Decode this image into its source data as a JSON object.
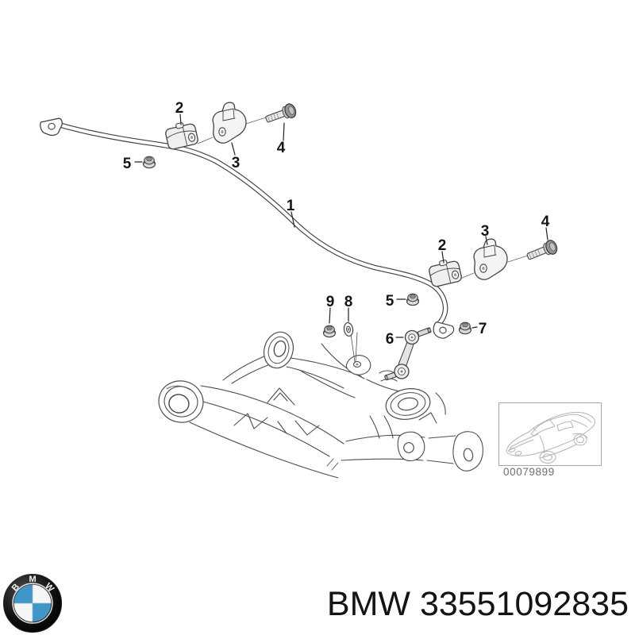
{
  "diagram": {
    "callouts": {
      "c1": "1",
      "c2a": "2",
      "c3a": "3",
      "c4a": "4",
      "c5a": "5",
      "c2b": "2",
      "c3b": "3",
      "c4b": "4",
      "c5b": "5",
      "c6": "6",
      "c7": "7",
      "c8": "8",
      "c9": "9"
    },
    "thumbnail_code": "00079899"
  },
  "footer": {
    "logo_letters": [
      "B",
      "M",
      "W"
    ],
    "label": "BMW 33551092835"
  },
  "colors": {
    "bmw_blue": "#3f96c8",
    "line": "#444444",
    "footer_text": "#141414"
  }
}
